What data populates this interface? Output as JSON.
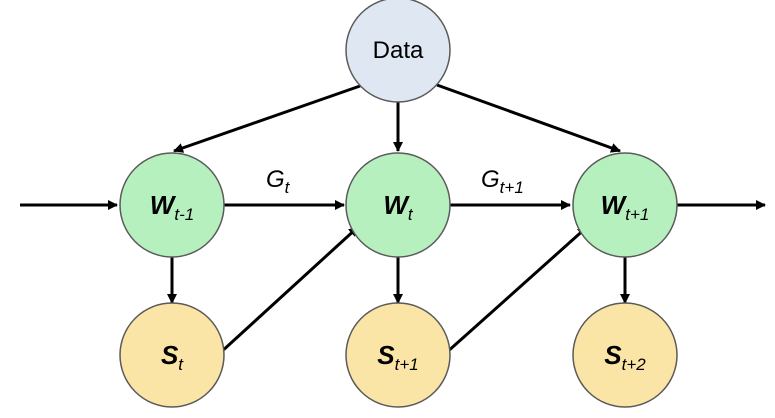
{
  "colors": {
    "data_node": "#dfe7f3",
    "w_node": "#b7f0bf",
    "s_node": "#fbe5a6",
    "edge": "#000000"
  },
  "nodes": {
    "data": {
      "label": "Data"
    },
    "w_prev": {
      "main": "W",
      "sub": "t-1"
    },
    "w_curr": {
      "main": "W",
      "sub": "t"
    },
    "w_next": {
      "main": "W",
      "sub": "t+1"
    },
    "s_t": {
      "main": "S",
      "sub": "t"
    },
    "s_t1": {
      "main": "S",
      "sub": "t+1"
    },
    "s_t2": {
      "main": "S",
      "sub": "t+2"
    }
  },
  "edge_labels": {
    "g_t": {
      "main": "G",
      "sub": "t"
    },
    "g_t1": {
      "main": "G",
      "sub": "t+1"
    }
  }
}
